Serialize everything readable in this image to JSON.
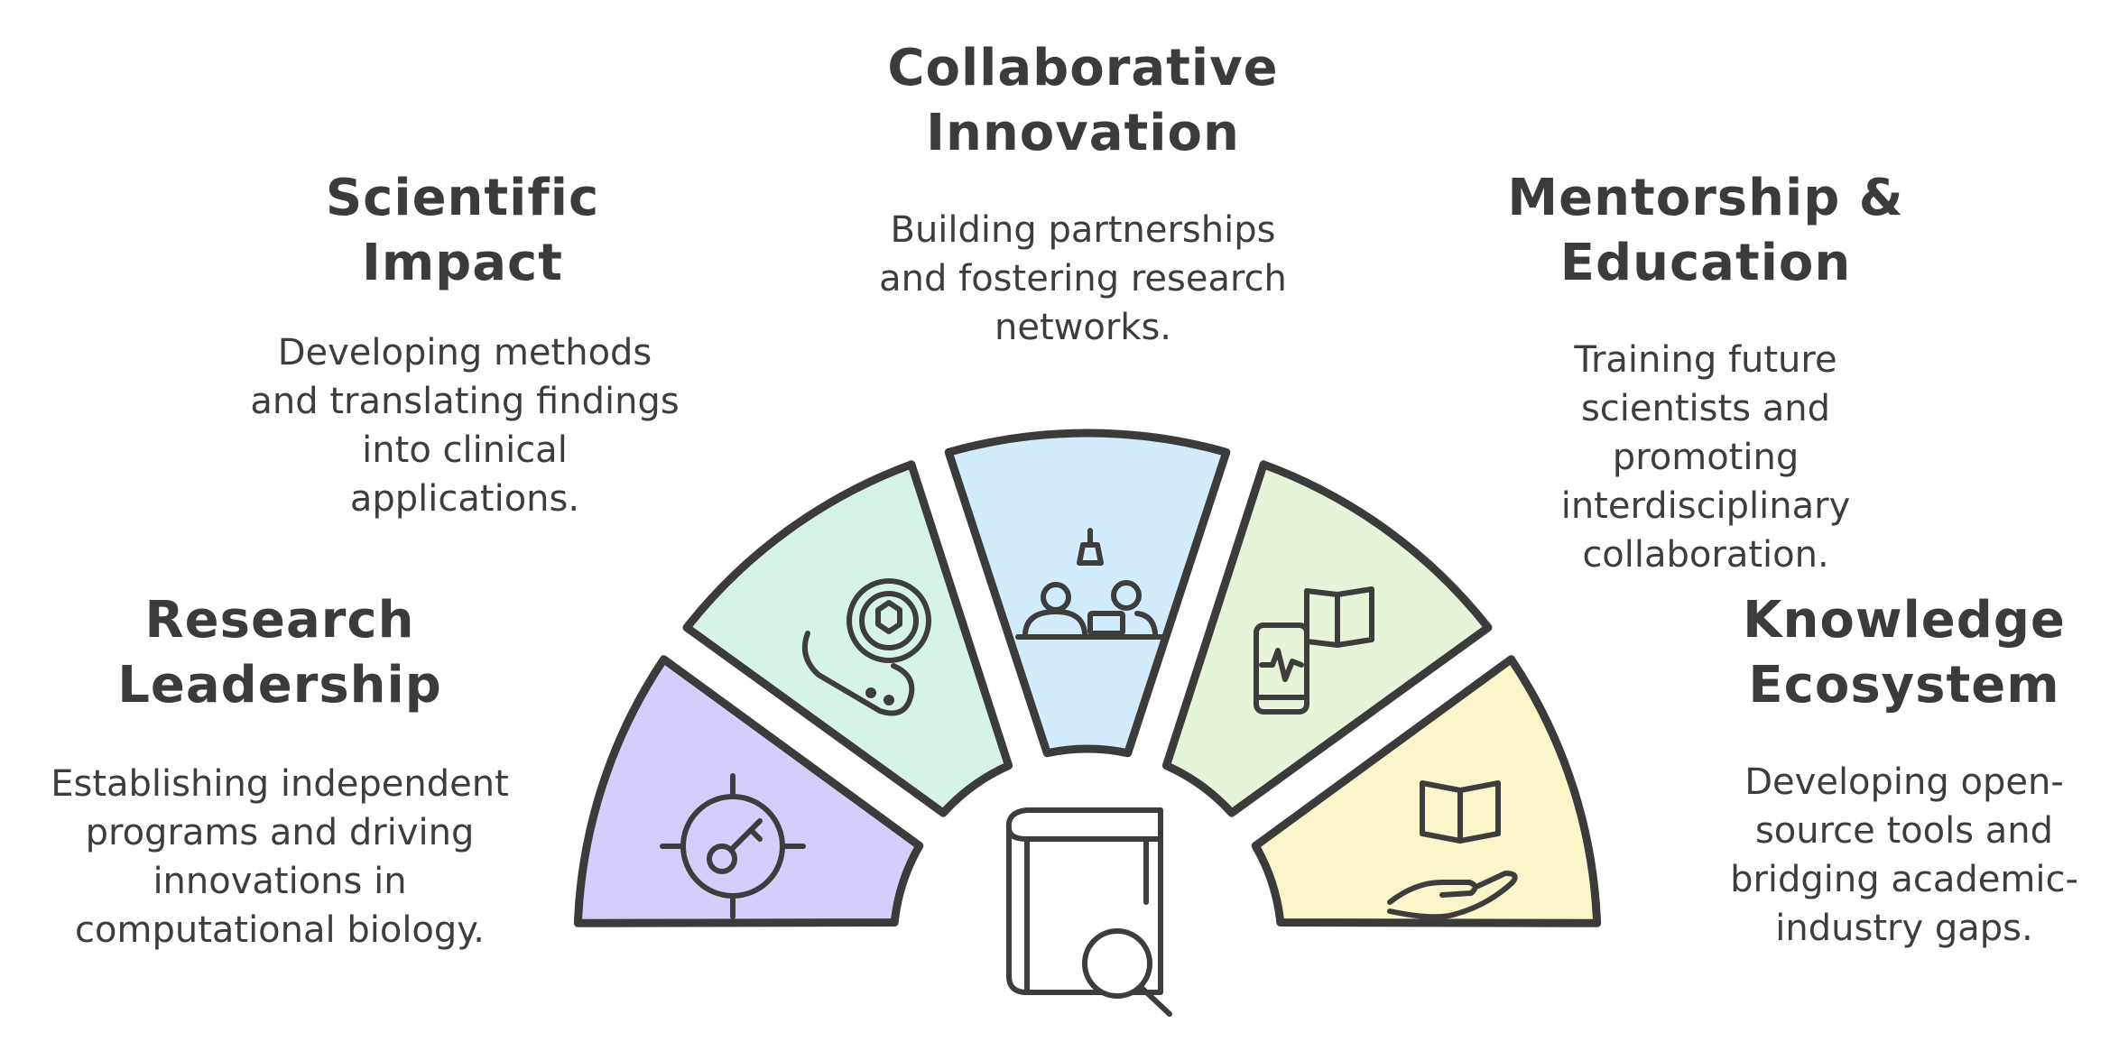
{
  "sections": [
    {
      "title": "Research Leadership",
      "desc": "Establishing independent programs and driving innovations in computational biology.",
      "color": "#d5cdfb",
      "icon": "target-key-icon"
    },
    {
      "title": "Scientific Impact",
      "desc": "Developing methods and translating findings into clinical applications.",
      "color": "#d6f4e6",
      "icon": "biotech-hand-icon"
    },
    {
      "title": "Collaborative Innovation",
      "desc": "Building partnerships and fostering research networks.",
      "color": "#d2ecfb",
      "icon": "team-meeting-icon"
    },
    {
      "title": "Mentorship & Education",
      "desc": "Training future scientists and promoting interdisciplinary collaboration.",
      "color": "#e6f5d9",
      "icon": "mobile-learning-icon"
    },
    {
      "title": "Knowledge Ecosystem",
      "desc": "Developing open-source tools and bridging academic-industry gaps.",
      "color": "#fbf6c9",
      "icon": "book-hand-icon"
    }
  ],
  "center": {
    "icon": "book-search-icon"
  }
}
